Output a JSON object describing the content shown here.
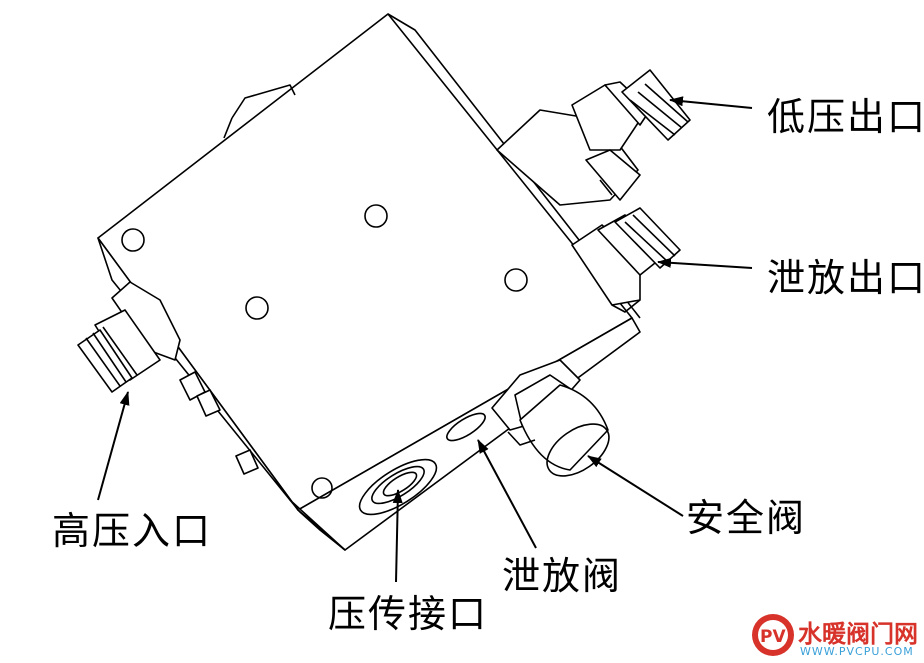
{
  "labels": {
    "low_pressure_outlet": "低压出口",
    "relief_outlet": "泄放出口",
    "high_pressure_inlet": "高压入口",
    "safety_valve": "安全阀",
    "relief_valve": "泄放阀",
    "pressure_sensor_port": "压传接口"
  },
  "watermark": {
    "title": "水暖阀门网",
    "url": "WWW.PVCPU.COM",
    "logo_text": "PV"
  },
  "colors": {
    "line": "#000000",
    "background": "#ffffff",
    "watermark_red": "#d7332a",
    "watermark_blue": "#3aa0d8"
  }
}
